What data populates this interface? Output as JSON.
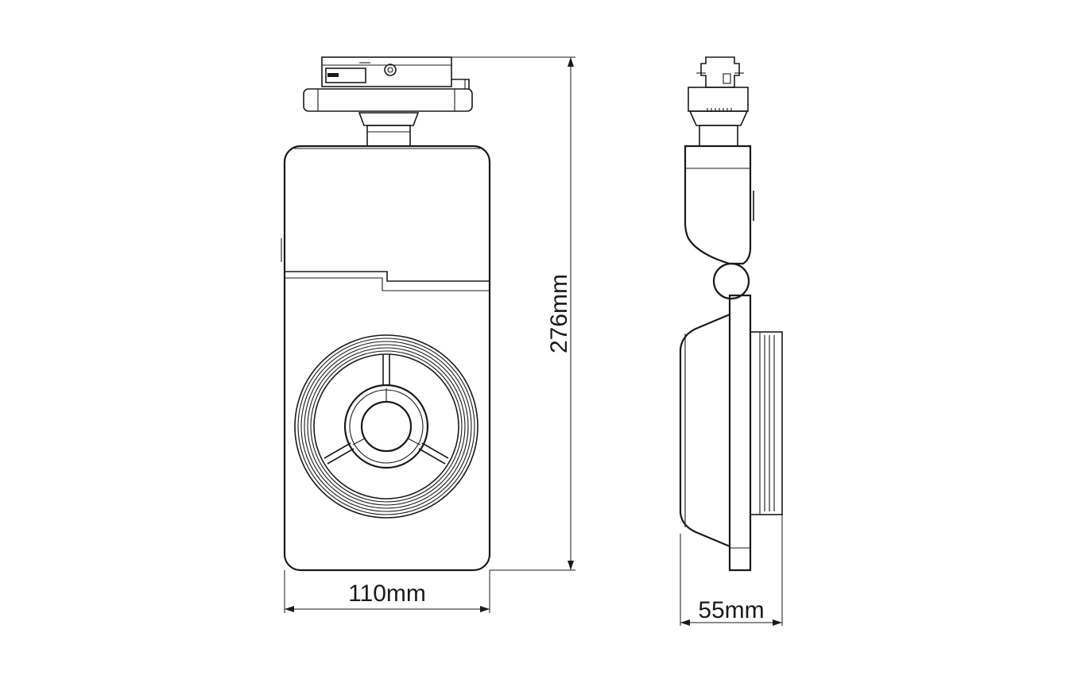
{
  "dimensions": {
    "width_label": "110mm",
    "height_label": "276mm",
    "depth_label": "55mm"
  },
  "colors": {
    "line": "#1a1a1a",
    "background": "#ffffff"
  }
}
